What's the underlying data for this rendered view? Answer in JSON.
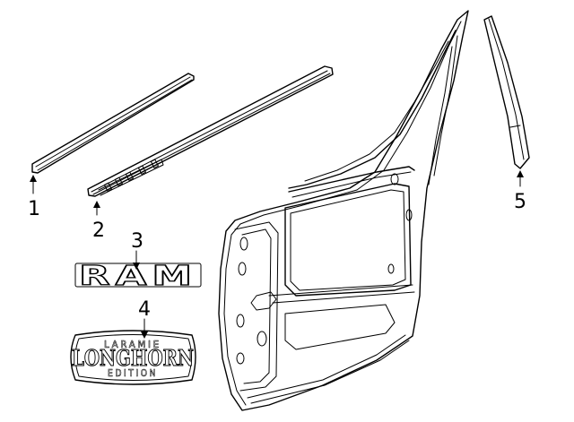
{
  "callouts": {
    "c1": "1",
    "c2": "2",
    "c3": "3",
    "c4": "4",
    "c5": "5"
  },
  "badges": {
    "ram": "RAM",
    "laramie": "LARAMIE",
    "longhorn": "LONGHORN",
    "edition": "EDITION"
  }
}
